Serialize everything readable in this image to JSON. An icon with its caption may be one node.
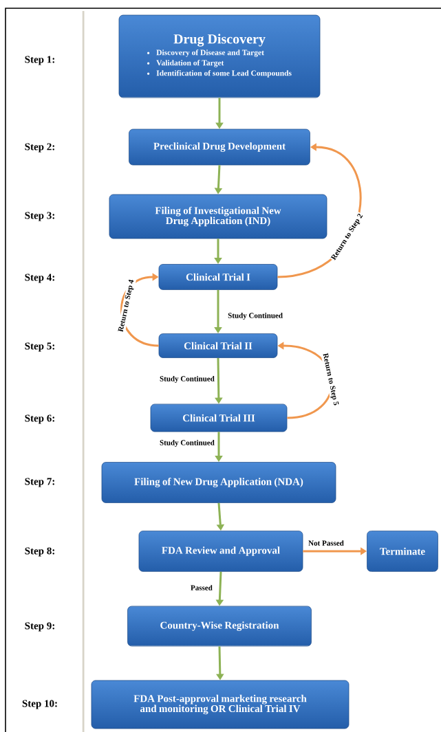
{
  "diagram": {
    "nodes": [
      {
        "text": [
          "Drug Discovery",
          "Discovery of Disease and Target",
          "Validation of Target",
          "Identification of some Lead Compounds"
        ]
      },
      {
        "text": [
          "Preclinical Drug Development"
        ]
      },
      {
        "text": [
          "Filing of Investigational New Drug Application (IND)"
        ]
      },
      {
        "text": [
          "Clinical Trial I"
        ]
      },
      {
        "text": [
          "Clinical Trial II"
        ]
      },
      {
        "text": [
          "Clinical Trial III"
        ]
      },
      {
        "text": [
          "Filing of New Drug Application (NDA)"
        ]
      },
      {
        "text": [
          "FDA Review and Approval"
        ]
      },
      {
        "text": [
          "Terminate"
        ]
      },
      {
        "text": [
          "Country-Wise Registration"
        ]
      },
      {
        "text": [
          "FDA Post-approval marketing research and monitoring OR Clinical Trial IV"
        ]
      }
    ],
    "edges": [
      {
        "from": 0,
        "to": 1,
        "arrow": "to"
      },
      {
        "from": 1,
        "to": 2,
        "arrow": "to"
      },
      {
        "from": 2,
        "to": 3,
        "arrow": "to"
      },
      {
        "from": 3,
        "to": 4,
        "arrow": "to",
        "label": "Study Continued"
      },
      {
        "from": 4,
        "to": 5,
        "arrow": "to",
        "label": "Study Continued"
      },
      {
        "from": 5,
        "to": 6,
        "arrow": "to",
        "label": "Study Continued"
      },
      {
        "from": 6,
        "to": 7,
        "arrow": "to"
      },
      {
        "from": 7,
        "to": 8,
        "arrow": "to",
        "label": "Not Passed",
        "color": "#f0974e"
      },
      {
        "from": 7,
        "to": 9,
        "arrow": "to",
        "label": "Passed"
      },
      {
        "from": 9,
        "to": 10,
        "arrow": "to"
      },
      {
        "from": 3,
        "to": 1,
        "arrow": "to",
        "label": "Return to Step 2",
        "color": "#f0974e"
      },
      {
        "from": 4,
        "to": 3,
        "arrow": "to",
        "label": "Return to Step 4",
        "color": "#f0974e"
      },
      {
        "from": 5,
        "to": 4,
        "arrow": "to",
        "label": "Return to Step 5",
        "color": "#f0974e"
      }
    ],
    "labels": [
      "Step 1:",
      "Step 2:",
      "Step 3:",
      "Step 4:",
      "Step 5:",
      "Step 6:",
      "Step 7:",
      "Step 8:",
      "Step 9:",
      "Step 10:"
    ]
  }
}
